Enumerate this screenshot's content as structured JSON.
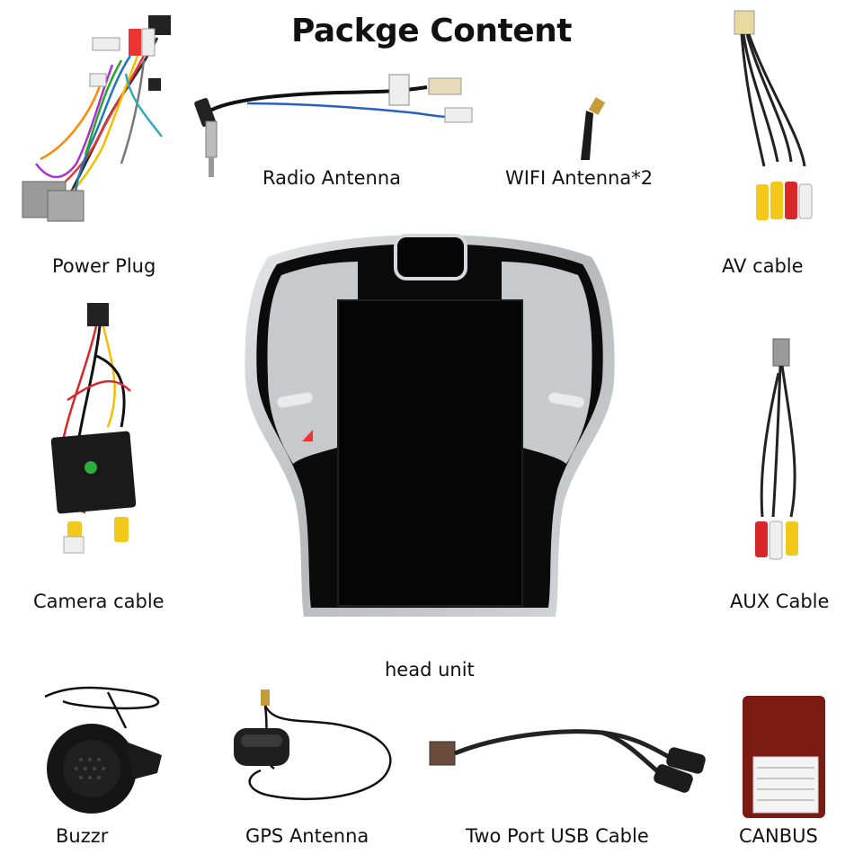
{
  "title": "Packge Content",
  "items": {
    "power_plug": "Power Plug",
    "radio_antenna": "Radio Antenna",
    "wifi_antenna": "WIFI Antenna*2",
    "av_cable": "AV cable",
    "camera_cable": "Camera cable",
    "aux_cable": "AUX Cable",
    "head_unit": "head unit",
    "buzzer": "Buzzr",
    "gps_antenna": "GPS Antenna",
    "usb_cable": "Two Port USB Cable",
    "canbus": "CANBUS"
  },
  "colors": {
    "bezel_silver": "#c8c9cc",
    "screen_black": "#050505",
    "rca_yellow": "#f2c81a",
    "rca_red": "#d9262a",
    "rca_white": "#eeeeee",
    "connector_grey": "#9a9a9a",
    "canbus_box": "#7a1c14"
  },
  "icons": [
    "power-plug-harness-icon",
    "radio-antenna-icon",
    "wifi-antenna-icon",
    "av-cable-icon",
    "camera-cable-icon",
    "aux-cable-icon",
    "head-unit-icon",
    "buzzer-icon",
    "gps-antenna-icon",
    "usb-cable-icon",
    "canbus-box-icon"
  ]
}
